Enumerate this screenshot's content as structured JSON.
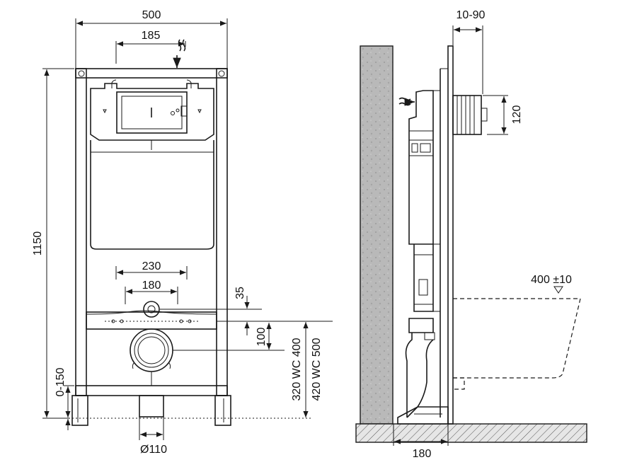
{
  "front_view": {
    "dim_width_total": "500",
    "dim_width_inlet": "185",
    "dim_height_total": "1150",
    "dim_bolt_spacing_outer": "230",
    "dim_bolt_spacing_inner": "180",
    "dim_offset_35": "35",
    "dim_offset_100": "100",
    "dim_wc_400": "320 WC 400",
    "dim_wc_500": "420 WC 500",
    "dim_leg_adjust": "0-150",
    "dim_outlet_diameter": "Ø110"
  },
  "side_view": {
    "dim_button_depth": "10-90",
    "dim_button_height": "120",
    "dim_bowl_height": "400 ±10",
    "dim_floor_depth": "180"
  },
  "colors": {
    "line": "#1a1a1a",
    "wall_fill": "#b9b9b9"
  },
  "icons": {
    "water_inlet": "water-waves-icon",
    "level_marker": "triangle-down-icon"
  }
}
